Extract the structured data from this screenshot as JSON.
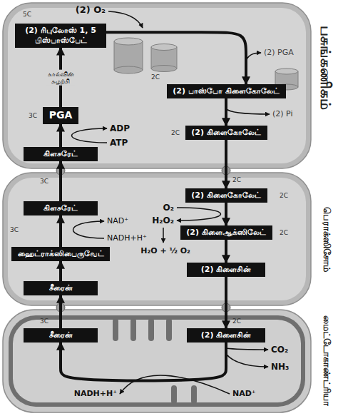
{
  "diagram": {
    "nodes": [
      {
        "text": [
          "பசுங்கணிகம்"
        ]
      },
      {
        "text": [
          "(2) ரிபுலோஸ் 1, 5 பிஸ்பாஸ்பேட்"
        ],
        "in": 0
      },
      {
        "text": [
          "(2) பாஸ்போ கிளைகோலேட்"
        ],
        "in": 0
      },
      {
        "text": [
          "PGA"
        ],
        "in": 0
      },
      {
        "text": [
          "(2) கிளைகோலேட்"
        ],
        "in": 0
      },
      {
        "text": [
          "கிளசரேட்"
        ],
        "in": 0
      },
      {
        "text": [
          "பெராக்ஸிசோம்"
        ]
      },
      {
        "text": [
          "(2) கிளைகோலேட்"
        ],
        "in": 6
      },
      {
        "text": [
          "கிளசரேட்"
        ],
        "in": 6
      },
      {
        "text": [
          "(2) கிளைஆக்ஸிலேட்"
        ],
        "in": 6
      },
      {
        "text": [
          "ஹைட்ராக்ஸிபைருவேட்"
        ],
        "in": 6
      },
      {
        "text": [
          "(2) கிளைசின்"
        ],
        "in": 6
      },
      {
        "text": [
          "சீரைன்"
        ],
        "in": 6
      },
      {
        "text": [
          "மைட்டோகாண்ட்ரியா"
        ]
      },
      {
        "text": [
          "சீரைன்"
        ],
        "in": 13
      },
      {
        "text": [
          "(2) கிளைசின்"
        ],
        "in": 13
      }
    ],
    "edges": [
      {
        "from": 1,
        "to": 2,
        "arrow": "to"
      },
      {
        "from": 2,
        "to": 4,
        "arrow": "to"
      },
      {
        "from": 4,
        "to": 7,
        "arrow": "to"
      },
      {
        "from": 7,
        "to": 9,
        "arrow": "to"
      },
      {
        "from": 9,
        "to": 11,
        "arrow": "to"
      },
      {
        "from": 11,
        "to": 15,
        "arrow": "to"
      },
      {
        "from": 15,
        "to": 14,
        "arrow": "to"
      },
      {
        "from": 14,
        "to": 12,
        "arrow": "to"
      },
      {
        "from": 12,
        "to": 10,
        "arrow": "to"
      },
      {
        "from": 10,
        "to": 8,
        "arrow": "to"
      },
      {
        "from": 8,
        "to": 5,
        "arrow": "to"
      },
      {
        "from": 5,
        "to": 3,
        "arrow": "to"
      },
      {
        "from": 3,
        "to": 1,
        "label": "கால்வின் சுழற்சி",
        "arrow": "to"
      }
    ],
    "labels": [
      "5C",
      "(2) O₂",
      "(2) PGA",
      "2C",
      "3C",
      "ADP",
      "(2) Pi",
      "2C",
      "ATP",
      "3C",
      "2C",
      "2C",
      "O₂",
      "NAD⁺",
      "H₂O₂",
      "2C",
      "NADH+H⁺",
      "3C",
      "H₂O + ½ O₂",
      "3C",
      "2C",
      "CO₂",
      "NH₃",
      "NADH+H⁺",
      "NAD⁺"
    ]
  }
}
